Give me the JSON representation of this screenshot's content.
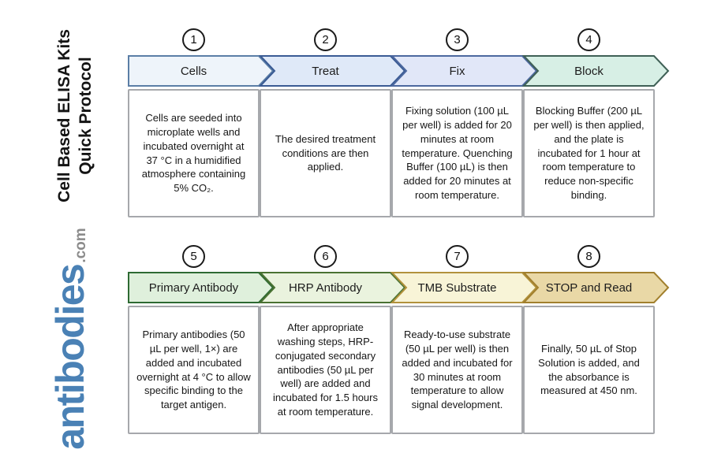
{
  "brand": {
    "title_line1": "Cell Based ELISA Kits",
    "title_line2": "Quick Protocol",
    "logo_text": "antibodies",
    "logo_suffix": ".com",
    "logo_color": "#4a81b5",
    "logo_suffix_color": "#8b8b8b"
  },
  "steps": [
    {
      "number": "1",
      "label": "Cells",
      "description": "Cells are seeded into microplate wells and incubated overnight at 37 °C in a humidified atmosphere containing 5% CO₂.",
      "fill": "#eef4fa",
      "stroke": "#5b7ea6"
    },
    {
      "number": "2",
      "label": "Treat",
      "description": "The desired treatment conditions are then applied.",
      "fill": "#dfe9f8",
      "stroke": "#3a5b94"
    },
    {
      "number": "3",
      "label": "Fix",
      "description": "Fixing solution (100 µL per well) is added for 20 minutes at room temperature. Quenching Buffer (100 µL) is then added for 20 minutes at room temperature.",
      "fill": "#e1e7f8",
      "stroke": "#4c689f"
    },
    {
      "number": "4",
      "label": "Block",
      "description": "Blocking Buffer (200 µL per well) is then applied, and the plate is incubated for 1 hour at room temperature to reduce non-specific binding.",
      "fill": "#d7efe5",
      "stroke": "#3f6056"
    },
    {
      "number": "5",
      "label": "Primary Antibody",
      "description": "Primary antibodies (50 µL per well, 1×) are added and incubated overnight at 4 °C to allow specific binding to the target antigen.",
      "fill": "#dff0dc",
      "stroke": "#2e6a33"
    },
    {
      "number": "6",
      "label": "HRP Antibody",
      "description": "After appropriate washing steps, HRP-conjugated secondary antibodies (50 µL per well) are added and incubated for 1.5 hours at room temperature.",
      "fill": "#eaf3de",
      "stroke": "#4a7232"
    },
    {
      "number": "7",
      "label": "TMB Substrate",
      "description": "Ready-to-use substrate (50 µL per well) is then added and incubated for 30 minutes at room temperature to allow signal development.",
      "fill": "#f8f4d7",
      "stroke": "#b2923c"
    },
    {
      "number": "8",
      "label": "STOP and Read",
      "description": "Finally, 50 µL of Stop Solution is added, and the absorbance is measured at 450 nm.",
      "fill": "#e9d8a6",
      "stroke": "#a2802e"
    }
  ]
}
